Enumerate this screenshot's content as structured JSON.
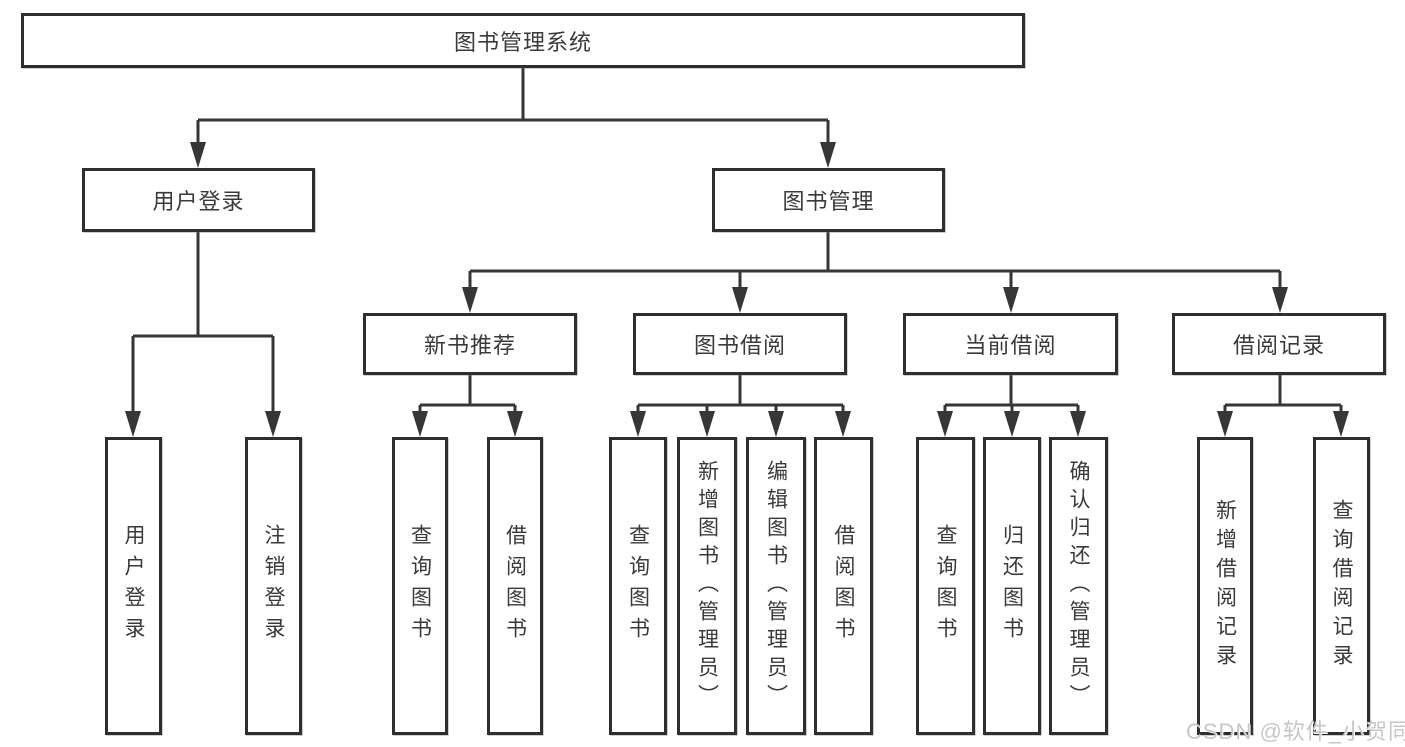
{
  "diagram_title": "图书管理系统",
  "tree": {
    "root": {
      "label": "图书管理系统",
      "children": [
        {
          "label": "用户登录",
          "children": [
            {
              "label": "用户登录"
            },
            {
              "label": "注销登录"
            }
          ]
        },
        {
          "label": "图书管理",
          "children": [
            {
              "label": "新书推荐",
              "children": [
                {
                  "label": "查询图书"
                },
                {
                  "label": "借阅图书"
                }
              ]
            },
            {
              "label": "图书借阅",
              "children": [
                {
                  "label": "查询图书"
                },
                {
                  "label": "新增图书（管理员）"
                },
                {
                  "label": "编辑图书（管理员）"
                },
                {
                  "label": "借阅图书"
                }
              ]
            },
            {
              "label": "当前借阅",
              "children": [
                {
                  "label": "查询图书"
                },
                {
                  "label": "归还图书"
                },
                {
                  "label": "确认归还（管理员）"
                }
              ]
            },
            {
              "label": "借阅记录",
              "children": [
                {
                  "label": "新增借阅记录"
                },
                {
                  "label": "查询借阅记录"
                }
              ]
            }
          ]
        }
      ]
    }
  },
  "watermark": {
    "text": "CSDN @软件_小贺同学"
  },
  "colors": {
    "line": "#363636",
    "box_border": "#2e2e2e",
    "box_background": "#ffffff",
    "text": "#3a3a3a",
    "watermark": "#c6c6c6",
    "page_background": "#ffffff"
  }
}
